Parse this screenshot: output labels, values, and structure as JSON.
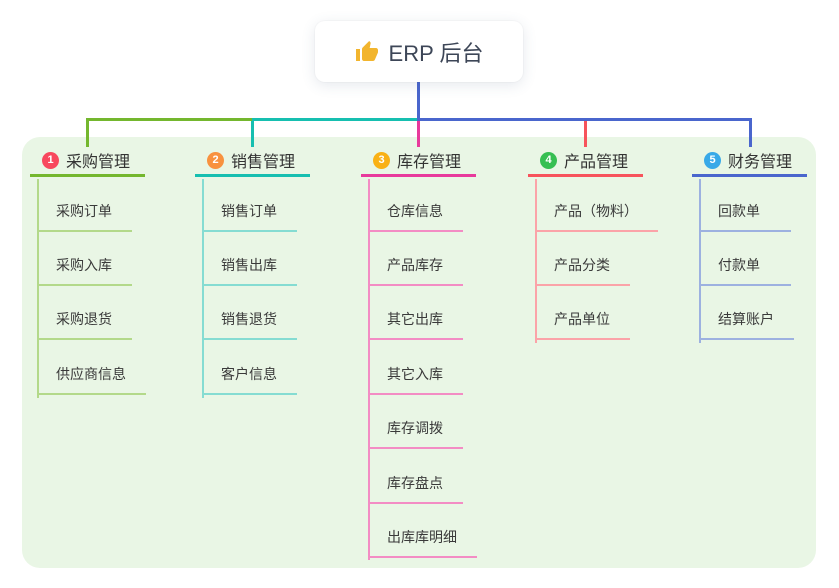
{
  "root": {
    "icon": "thumbs-up",
    "title": "ERP 后台"
  },
  "branches": [
    {
      "index": "1",
      "label": "采购管理",
      "color": "#74b72e",
      "tint": "#b3d98a",
      "badge_color": "#f8485e",
      "children": [
        "采购订单",
        "采购入库",
        "采购退货",
        "供应商信息"
      ]
    },
    {
      "index": "2",
      "label": "销售管理",
      "color": "#16bfb0",
      "tint": "#85dcd2",
      "badge_color": "#f8923f",
      "children": [
        "销售订单",
        "销售出库",
        "销售退货",
        "客户信息"
      ]
    },
    {
      "index": "3",
      "label": "库存管理",
      "color": "#e83a9c",
      "tint": "#f38cc4",
      "badge_color": "#f9b115",
      "children": [
        "仓库信息",
        "产品库存",
        "其它出库",
        "其它入库",
        "库存调拨",
        "库存盘点",
        "出库库明细"
      ]
    },
    {
      "index": "4",
      "label": "产品管理",
      "color": "#f7535c",
      "tint": "#fba3a8",
      "badge_color": "#36bf52",
      "children": [
        "产品（物料）",
        "产品分类",
        "产品单位"
      ]
    },
    {
      "index": "5",
      "label": "财务管理",
      "color": "#4a66cd",
      "tint": "#9db1e0",
      "badge_color": "#38a9e8",
      "children": [
        "回款单",
        "付款单",
        "结算账户"
      ]
    }
  ],
  "colors": {
    "panel_bg": "#e9f6e5",
    "root_connector": "#4a66cd",
    "text": "#333333",
    "root_text": "#3d4657",
    "thumb_icon": "#f2b52e"
  }
}
